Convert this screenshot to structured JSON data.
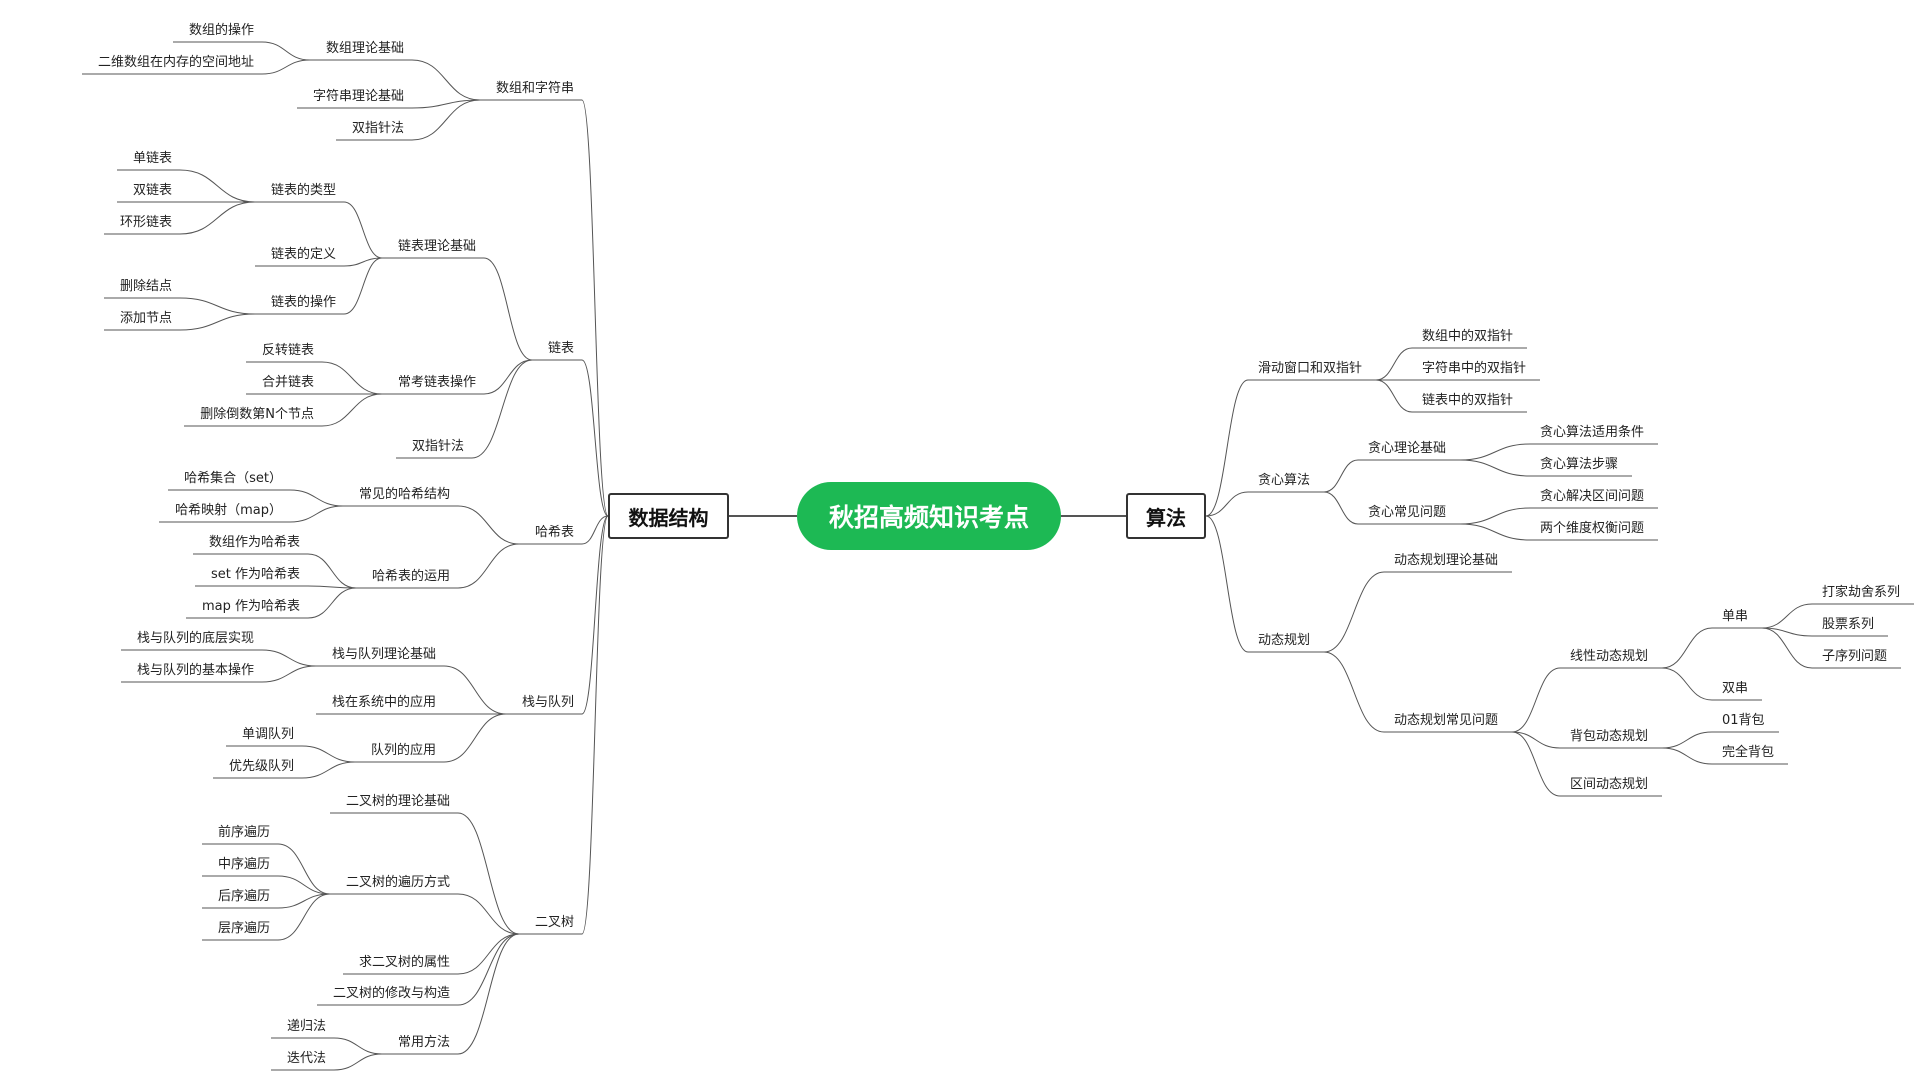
{
  "colors": {
    "accent": "#1db954",
    "line": "#555555",
    "text": "#222222"
  },
  "mindmap": {
    "root": {
      "label": "秋招高频知识考点"
    },
    "branches": [
      {
        "label": "数据结构",
        "children": [
          {
            "label": "数组和字符串",
            "children": [
              {
                "label": "数组理论基础",
                "children": [
                  {
                    "label": "数组的操作"
                  },
                  {
                    "label": "二维数组在内存的空间地址"
                  }
                ]
              },
              {
                "label": "字符串理论基础"
              },
              {
                "label": "双指针法"
              }
            ]
          },
          {
            "label": "链表",
            "children": [
              {
                "label": "链表理论基础",
                "children": [
                  {
                    "label": "链表的类型",
                    "children": [
                      {
                        "label": "单链表"
                      },
                      {
                        "label": "双链表"
                      },
                      {
                        "label": "环形链表"
                      }
                    ]
                  },
                  {
                    "label": "链表的定义"
                  },
                  {
                    "label": "链表的操作",
                    "children": [
                      {
                        "label": "删除结点"
                      },
                      {
                        "label": "添加节点"
                      }
                    ]
                  }
                ]
              },
              {
                "label": "常考链表操作",
                "children": [
                  {
                    "label": "反转链表"
                  },
                  {
                    "label": "合并链表"
                  },
                  {
                    "label": "删除倒数第N个节点"
                  }
                ]
              },
              {
                "label": "双指针法"
              }
            ]
          },
          {
            "label": "哈希表",
            "children": [
              {
                "label": "常见的哈希结构",
                "children": [
                  {
                    "label": "哈希集合（set）"
                  },
                  {
                    "label": "哈希映射（map）"
                  }
                ]
              },
              {
                "label": "哈希表的运用",
                "children": [
                  {
                    "label": "数组作为哈希表"
                  },
                  {
                    "label": "set 作为哈希表"
                  },
                  {
                    "label": "map 作为哈希表"
                  }
                ]
              }
            ]
          },
          {
            "label": "栈与队列",
            "children": [
              {
                "label": "栈与队列理论基础",
                "children": [
                  {
                    "label": "栈与队列的底层实现"
                  },
                  {
                    "label": "栈与队列的基本操作"
                  }
                ]
              },
              {
                "label": "栈在系统中的应用"
              },
              {
                "label": "队列的应用",
                "children": [
                  {
                    "label": "单调队列"
                  },
                  {
                    "label": "优先级队列"
                  }
                ]
              }
            ]
          },
          {
            "label": "二叉树",
            "children": [
              {
                "label": "二叉树的理论基础"
              },
              {
                "label": "二叉树的遍历方式",
                "children": [
                  {
                    "label": "前序遍历"
                  },
                  {
                    "label": "中序遍历"
                  },
                  {
                    "label": "后序遍历"
                  },
                  {
                    "label": "层序遍历"
                  }
                ]
              },
              {
                "label": "求二叉树的属性"
              },
              {
                "label": "二叉树的修改与构造"
              },
              {
                "label": "常用方法",
                "children": [
                  {
                    "label": "递归法"
                  },
                  {
                    "label": "迭代法"
                  }
                ]
              }
            ]
          }
        ]
      },
      {
        "label": "算法",
        "children": [
          {
            "label": "滑动窗口和双指针",
            "children": [
              {
                "label": "数组中的双指针"
              },
              {
                "label": "字符串中的双指针"
              },
              {
                "label": "链表中的双指针"
              }
            ]
          },
          {
            "label": "贪心算法",
            "children": [
              {
                "label": "贪心理论基础",
                "children": [
                  {
                    "label": "贪心算法适用条件"
                  },
                  {
                    "label": "贪心算法步骤"
                  }
                ]
              },
              {
                "label": "贪心常见问题",
                "children": [
                  {
                    "label": "贪心解决区间问题"
                  },
                  {
                    "label": "两个维度权衡问题"
                  }
                ]
              }
            ]
          },
          {
            "label": "动态规划",
            "children": [
              {
                "label": "动态规划理论基础"
              },
              {
                "label": "动态规划常见问题",
                "children": [
                  {
                    "label": "线性动态规划",
                    "children": [
                      {
                        "label": "单串",
                        "children": [
                          {
                            "label": "打家劫舍系列"
                          },
                          {
                            "label": "股票系列"
                          },
                          {
                            "label": "子序列问题"
                          }
                        ]
                      },
                      {
                        "label": "双串"
                      }
                    ]
                  },
                  {
                    "label": "背包动态规划",
                    "children": [
                      {
                        "label": "01背包"
                      },
                      {
                        "label": "完全背包"
                      }
                    ]
                  },
                  {
                    "label": "区间动态规划"
                  }
                ]
              }
            ]
          }
        ]
      }
    ]
  }
}
